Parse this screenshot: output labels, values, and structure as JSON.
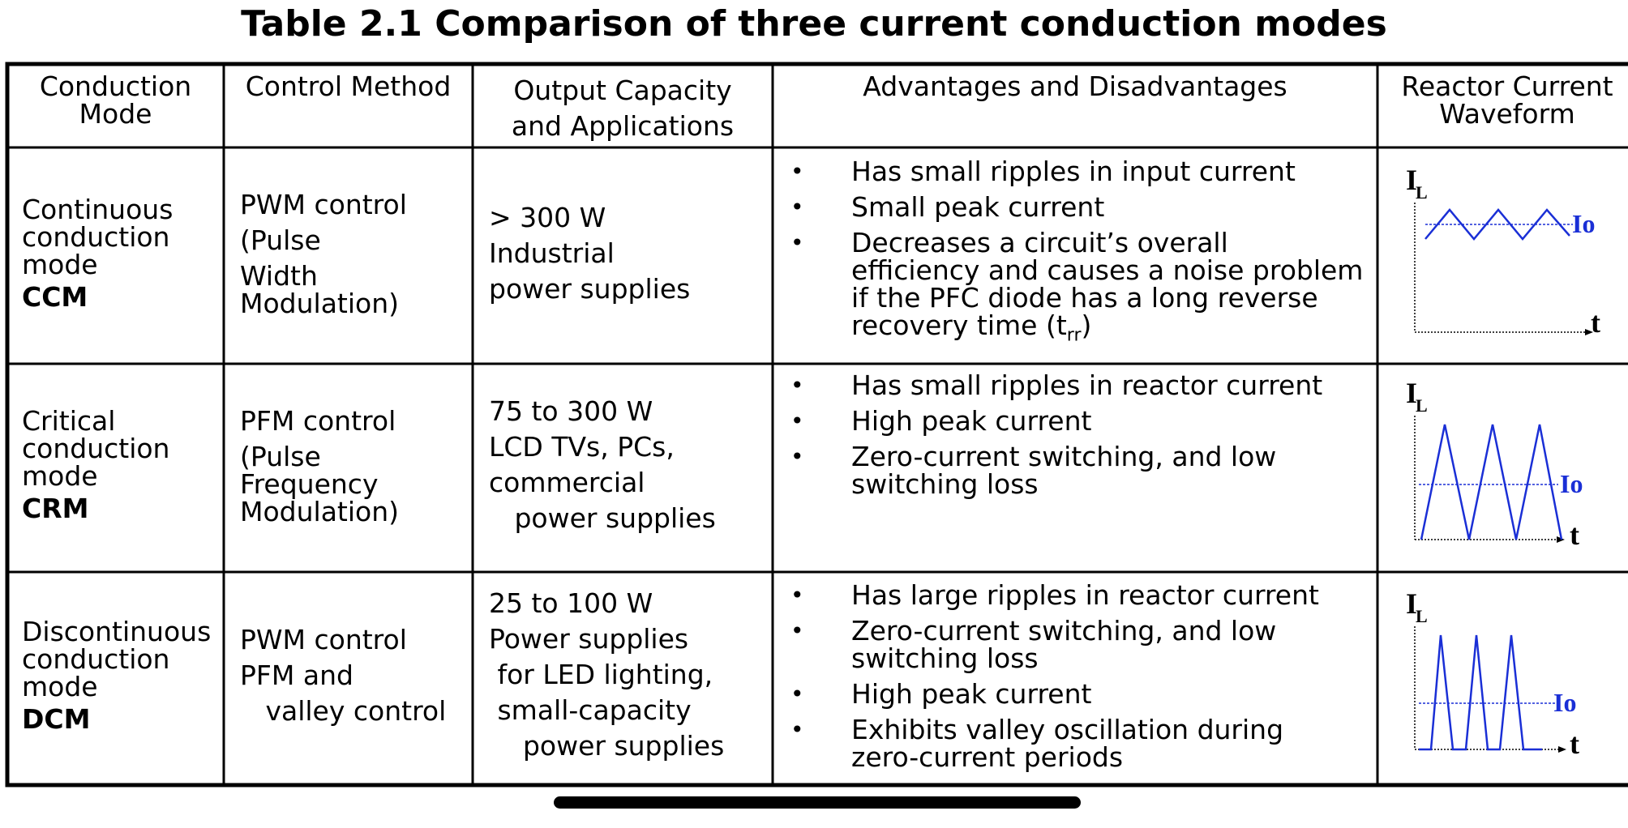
{
  "title": "Table 2.1 Comparison of three current conduction modes",
  "headers": {
    "mode": [
      "Conduction",
      "Mode"
    ],
    "control": "Control Method",
    "output": [
      "Output Capacity",
      "and Applications"
    ],
    "advantages": "Advantages and Disadvantages",
    "waveform": [
      "Reactor Current",
      "Waveform"
    ]
  },
  "rows": [
    {
      "mode_lines": [
        "Continuous",
        "conduction",
        "mode"
      ],
      "mode_abbr": "CCM",
      "control_lines": [
        "PWM control",
        "(Pulse",
        "Width",
        "Modulation)"
      ],
      "output_lines": [
        "> 300 W",
        "Industrial",
        "power supplies"
      ],
      "bullets": [
        "Has small ripples in input current",
        "Small peak current",
        "Decreases a circuit’s overall efficiency and causes a noise problem if the PFC diode has a long reverse recovery time"
      ],
      "bullet3_suffix_open": "(t",
      "bullet3_sub": "rr",
      "bullet3_suffix_close": ")",
      "wave_label_y": "I",
      "wave_label_y_sub": "L",
      "wave_label_avg": "Io",
      "wave_label_x": "t"
    },
    {
      "mode_lines": [
        "Critical",
        "conduction",
        "mode"
      ],
      "mode_abbr": "CRM",
      "control_lines": [
        "PFM control",
        "(Pulse",
        "Frequency",
        "Modulation)"
      ],
      "output_lines": [
        "75 to 300 W",
        "LCD TVs, PCs,",
        "commercial",
        "   power supplies"
      ],
      "bullets": [
        "Has small ripples in reactor current",
        "High peak current",
        "Zero-current switching, and low switching loss"
      ],
      "wave_label_y": "I",
      "wave_label_y_sub": "L",
      "wave_label_avg": "Io",
      "wave_label_x": "t"
    },
    {
      "mode_lines": [
        "Discontinuous",
        "conduction",
        "mode"
      ],
      "mode_abbr": "DCM",
      "control_lines": [
        "PWM control",
        "PFM and",
        "   valley control"
      ],
      "output_lines": [
        "25 to 100 W",
        "Power supplies",
        " for LED lighting,",
        " small-capacity",
        "    power supplies"
      ],
      "bullets": [
        "Has large ripples in reactor current",
        "Zero-current switching, and low switching loss",
        "High peak current",
        "Exhibits valley oscillation during zero-current periods"
      ],
      "wave_label_y": "I",
      "wave_label_y_sub": "L",
      "wave_label_avg": "Io",
      "wave_label_x": "t"
    }
  ],
  "colors": {
    "waveform": "#1a2fd6",
    "grid": "#000000"
  }
}
